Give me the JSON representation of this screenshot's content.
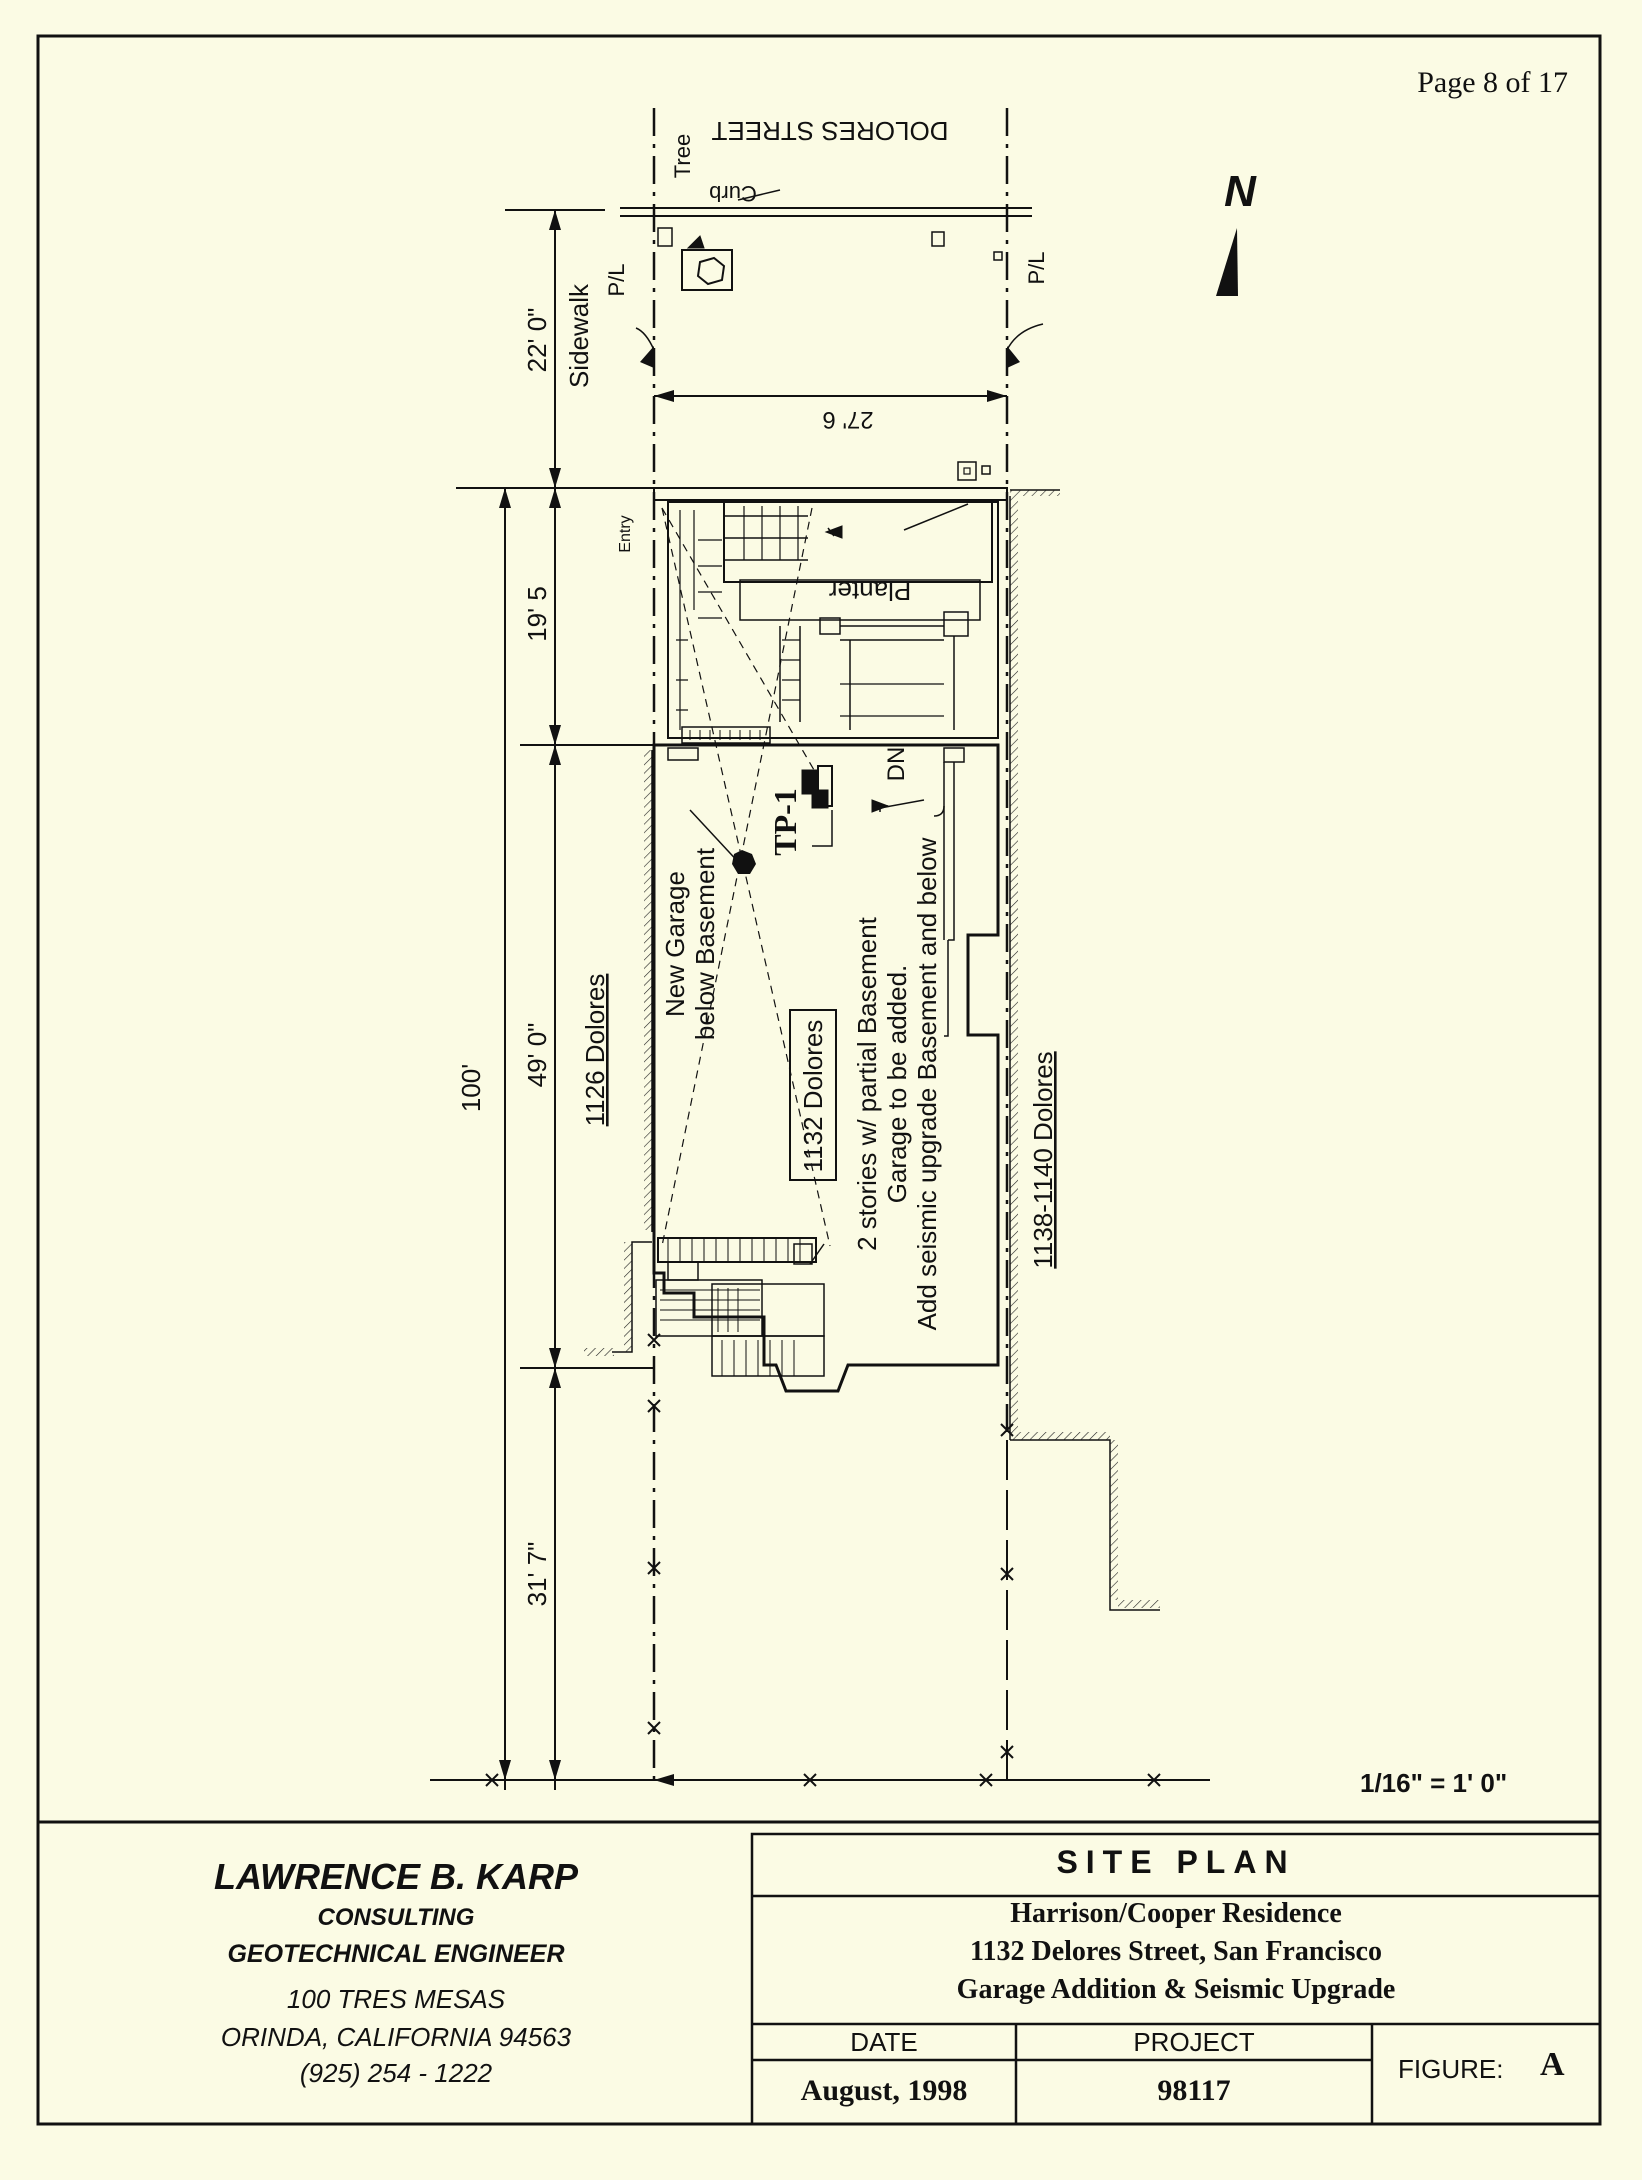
{
  "page_label": "Page 8 of 17",
  "north_label": "N",
  "scale_label": "1/16\" = 1' 0\"",
  "street": {
    "name": "DOLORES STREET",
    "tree_label": "Tree",
    "curb_label": "Curb"
  },
  "labels": {
    "pl_left": "P/L",
    "pl_right": "P/L",
    "sidewalk": "Sidewalk",
    "entry": "Entry",
    "planter": "Planter",
    "dn": "DN",
    "tp1": "TP-1",
    "new_garage_1": "New Garage",
    "new_garage_2": "below Basement",
    "main_address": "1132 Dolores",
    "note_1": "2 stories w/ partial Basement",
    "note_2": "Garage to be added.",
    "note_3": "Add seismic upgrade Basement and below",
    "neighbor_left": "1126 Dolores",
    "neighbor_right": "1138-1140 Dolores"
  },
  "dimensions": {
    "lot_width": "27' 6",
    "sidewalk_depth": "22' 0\"",
    "front_setback": "19' 5",
    "building_depth": "49' 0\"",
    "rear_yard": "31' 7\"",
    "lot_depth": "100'"
  },
  "title_block": {
    "engineer_name": "LAWRENCE B. KARP",
    "line_1": "CONSULTING",
    "line_2": "GEOTECHNICAL ENGINEER",
    "address_1": "100 TRES MESAS",
    "address_2": "ORINDA, CALIFORNIA 94563",
    "phone": "(925)  254 - 1222",
    "drawing_title": "SITE PLAN",
    "project_line_1": "Harrison/Cooper Residence",
    "project_line_2": "1132 Delores Street, San Francisco",
    "project_line_3": "Garage Addition & Seismic Upgrade",
    "date_header": "DATE",
    "date_value": "August, 1998",
    "project_header": "PROJECT",
    "project_value": "98117",
    "figure_label": "FIGURE:",
    "figure_value": "A"
  }
}
